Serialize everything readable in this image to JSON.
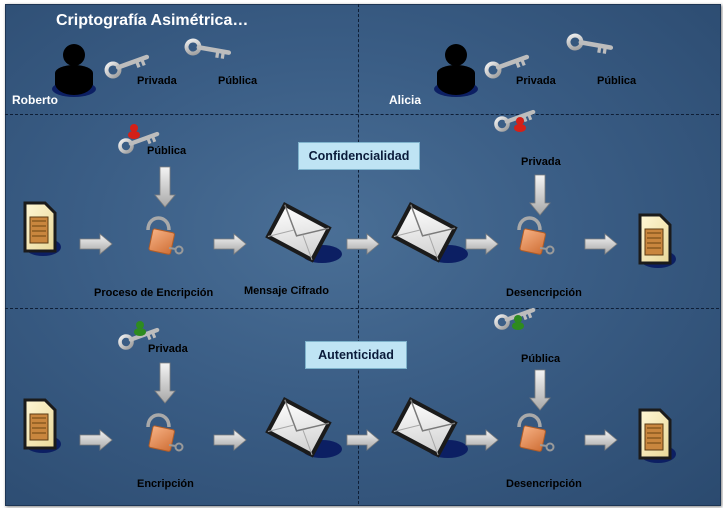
{
  "title": "Criptografía Asimétrica…",
  "users": {
    "left": {
      "name": "Roberto",
      "private_label": "Privada",
      "public_label": "Pública"
    },
    "right": {
      "name": "Alicia",
      "private_label": "Privada",
      "public_label": "Pública"
    }
  },
  "sections": {
    "confidentiality": {
      "heading": "Confidencialidad",
      "left_key_label": "Pública",
      "right_key_label": "Privada",
      "encrypt_label": "Proceso de Encripción",
      "message_label": "Mensaje Cifrado",
      "decrypt_label": "Desencripción"
    },
    "authenticity": {
      "heading": "Autenticidad",
      "left_key_label": "Privada",
      "right_key_label": "Pública",
      "encrypt_label": "Encripción",
      "decrypt_label": "Desencripción"
    }
  },
  "colors": {
    "roberto": "#2e8b1f",
    "alicia": "#d42018",
    "lock": "#e8955f",
    "background": "#3a5d85"
  },
  "icons": [
    "person-icon",
    "key-icon",
    "document-icon",
    "envelope-icon",
    "padlock-icon",
    "arrow-icon"
  ]
}
